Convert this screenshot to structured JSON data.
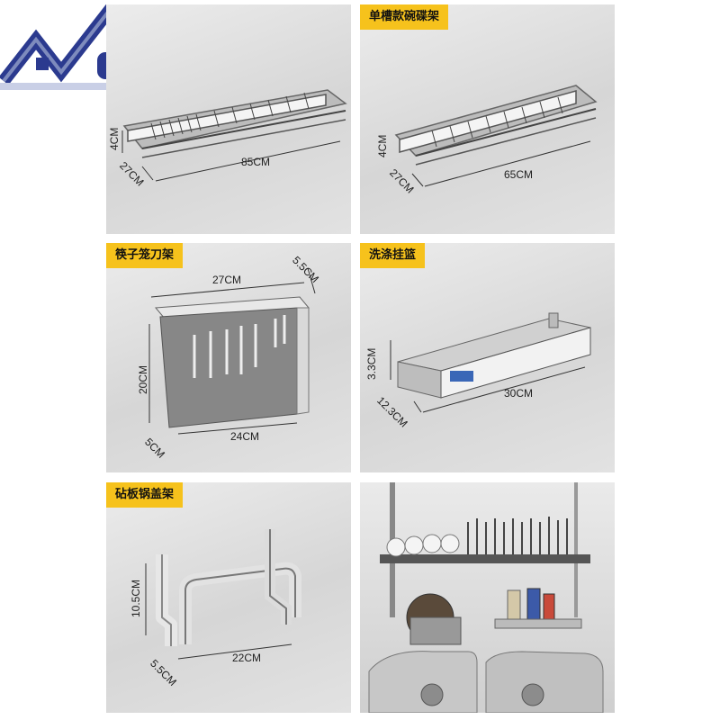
{
  "panels": {
    "rack85": {
      "width": "85CM",
      "height": "4CM",
      "depth": "27CM"
    },
    "rack65": {
      "label": "单槽款碗碟架",
      "width": "65CM",
      "height": "4CM",
      "depth": "27CM"
    },
    "knife": {
      "label": "筷子笼刀架",
      "width": "27CM",
      "depth": "5.5CM",
      "height": "20CM",
      "bottom_width": "24CM",
      "bottom_depth": "5CM"
    },
    "basket": {
      "label": "洗涤挂篮",
      "height": "3.3CM",
      "depth": "12.3CM",
      "width": "30CM"
    },
    "lid": {
      "label": "砧板锅盖架",
      "height": "10.5CM",
      "width": "22CM",
      "depth": "5.5CM"
    }
  },
  "colors": {
    "tag": "#f6c21c",
    "logo_blue": "#2b3a8f"
  },
  "icons": {
    "logo": "house-roof-logo"
  }
}
